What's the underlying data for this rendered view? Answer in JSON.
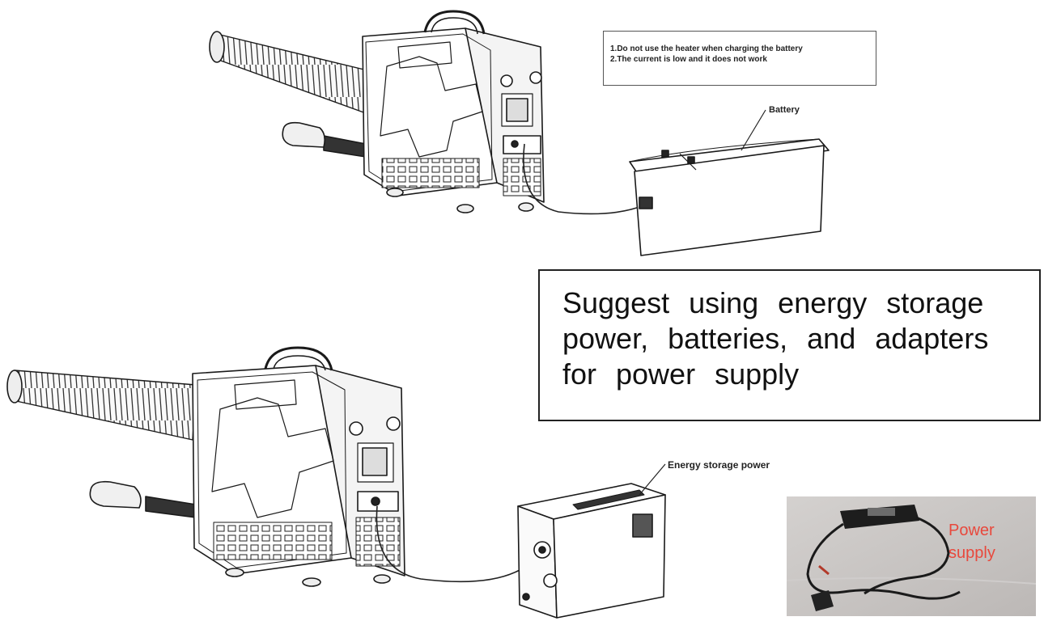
{
  "notes": {
    "line1": "1.Do not use the heater when charging the battery",
    "line2": "2.The current is low and it does not work"
  },
  "labels": {
    "battery": "Battery",
    "energy_storage": "Energy storage power"
  },
  "suggestion": {
    "line1": "Suggest using energy storage",
    "line2": "power, batteries, and adapters",
    "line3": "for power supply"
  },
  "photo": {
    "caption_line1": "Power",
    "caption_line2": "supply",
    "caption_color": "#e8483c"
  },
  "colors": {
    "line_art": "#1a1a1a",
    "background": "#ffffff"
  }
}
